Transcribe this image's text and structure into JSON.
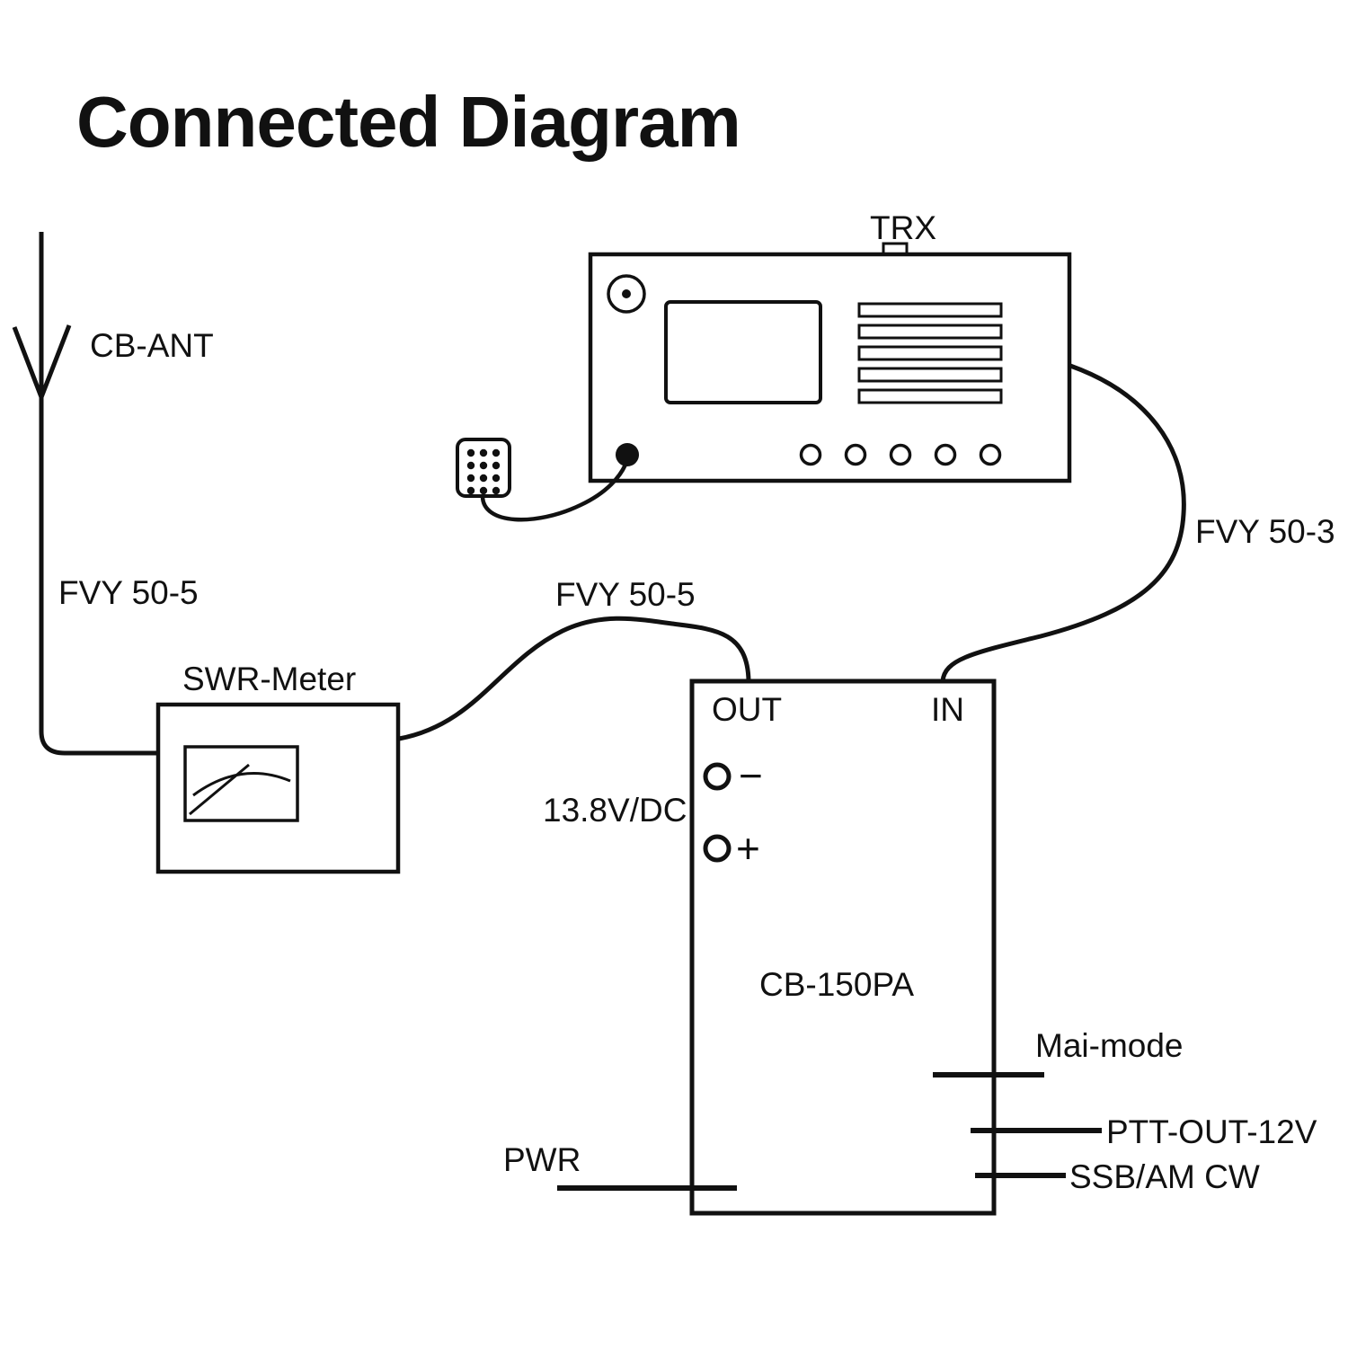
{
  "title": "Connected Diagram",
  "antenna": {
    "label": "CB-ANT"
  },
  "trx": {
    "label": "TRX"
  },
  "swr": {
    "label": "SWR-Meter"
  },
  "cables": {
    "fvy50_3": "FVY 50-3",
    "fvy50_5_antenna": "FVY 50-5",
    "fvy50_5_amp": "FVY 50-5"
  },
  "amp": {
    "model": "CB-150PA",
    "out_port": "OUT",
    "in_port": "IN",
    "minus": "−",
    "plus": "+",
    "voltage": "13.8V/DC",
    "mai_mode": "Mai-mode",
    "ptt_out": "PTT-OUT-12V",
    "ssb_am_cw": "SSB/AM CW",
    "pwr": "PWR"
  },
  "colors": {
    "line": "#111111",
    "background": "#ffffff"
  }
}
